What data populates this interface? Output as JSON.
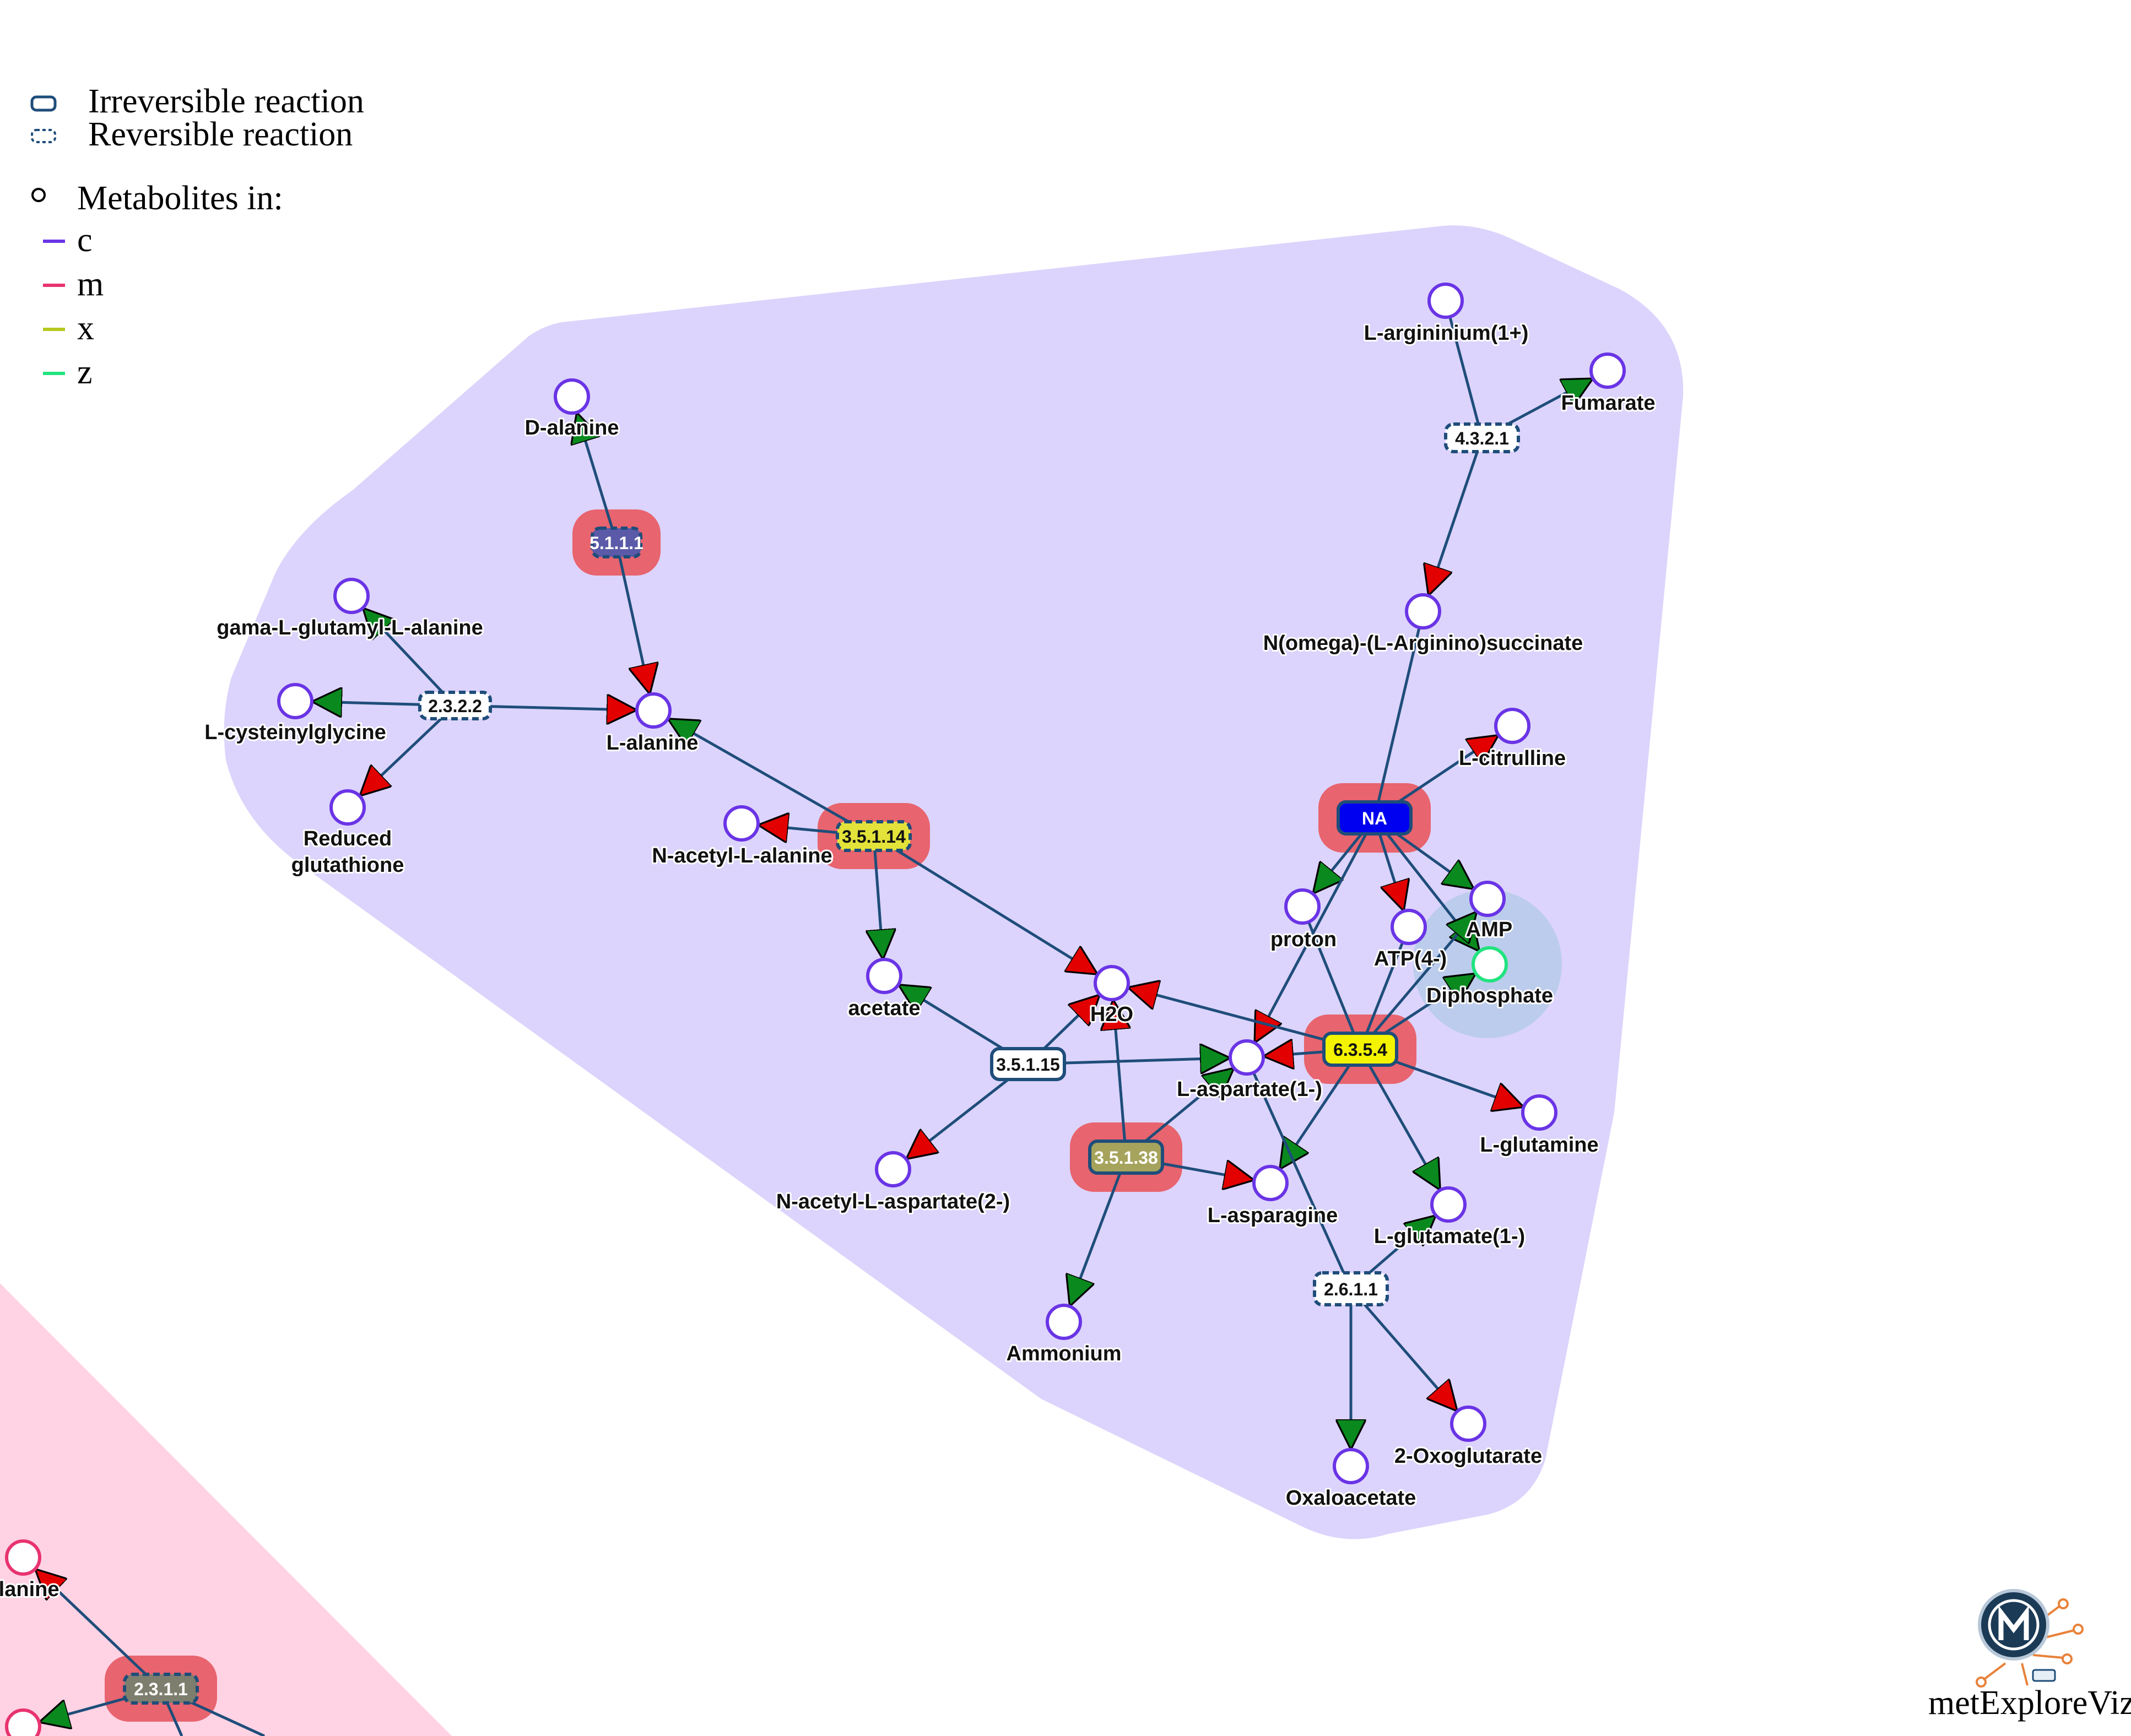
{
  "legend": {
    "irreversible": "Irreversible reaction",
    "reversible": "Reversible reaction",
    "metabolites_title": "Metabolites in:",
    "compartments": [
      {
        "id": "c",
        "label": "c",
        "color": "#6a34e6"
      },
      {
        "id": "m",
        "label": "m",
        "color": "#e8336f"
      },
      {
        "id": "x",
        "label": "x",
        "color": "#b6c81e"
      },
      {
        "id": "z",
        "label": "z",
        "color": "#22e37e"
      }
    ]
  },
  "colors": {
    "hull_main": "#dcd4fc",
    "hull_pink": "#ffd3e4",
    "edge": "#1f4d7a",
    "highlight": "#e8646e",
    "arrow_product": "#0a8a1e",
    "arrow_substrate": "#e30000"
  },
  "metabolites": [
    {
      "id": "d_ala",
      "label": "D-alanine"
    },
    {
      "id": "gama",
      "label": "gama-L-glutamyl-L-alanine"
    },
    {
      "id": "cysgly",
      "label": "L-cysteinylglycine"
    },
    {
      "id": "gsh",
      "label": "Reduced\nglutathione"
    },
    {
      "id": "l_ala",
      "label": "L-alanine"
    },
    {
      "id": "n_ac_ala",
      "label": "N-acetyl-L-alanine"
    },
    {
      "id": "acetate",
      "label": "acetate"
    },
    {
      "id": "h2o",
      "label": "H2O"
    },
    {
      "id": "n_ac_asp",
      "label": "N-acetyl-L-aspartate(2-)"
    },
    {
      "id": "ammonium",
      "label": "Ammonium"
    },
    {
      "id": "argininium",
      "label": "L-argininium(1+)"
    },
    {
      "id": "fumarate",
      "label": "Fumarate"
    },
    {
      "id": "argsucc",
      "label": "N(omega)-(L-Arginino)succinate"
    },
    {
      "id": "citrulline",
      "label": "L-citrulline"
    },
    {
      "id": "proton",
      "label": "proton"
    },
    {
      "id": "atp",
      "label": "ATP(4-)"
    },
    {
      "id": "amp",
      "label": "AMP"
    },
    {
      "id": "diphosphate",
      "label": "Diphosphate"
    },
    {
      "id": "l_asp",
      "label": "L-aspartate(1-)"
    },
    {
      "id": "l_asn",
      "label": "L-asparagine"
    },
    {
      "id": "l_gln",
      "label": "L-glutamine"
    },
    {
      "id": "l_glu",
      "label": "L-glutamate(1-)"
    },
    {
      "id": "oxaloacetate",
      "label": "Oxaloacetate"
    },
    {
      "id": "oxoglutarate",
      "label": "2-Oxoglutarate"
    },
    {
      "id": "alanine_m",
      "label": "alanine"
    },
    {
      "id": "m_lower",
      "label": ""
    }
  ],
  "reactions": [
    {
      "id": "r5111",
      "label": "5.1.1.1",
      "reversible": true,
      "fill": "#5b5aa8",
      "text_color": "#ffffff",
      "highlight": true
    },
    {
      "id": "r2322",
      "label": "2.3.2.2",
      "reversible": true,
      "fill": "#ffffff",
      "text_color": "#111111",
      "highlight": false
    },
    {
      "id": "r35114",
      "label": "3.5.1.14",
      "reversible": true,
      "fill": "#e3e23a",
      "text_color": "#111111",
      "highlight": true
    },
    {
      "id": "r35115",
      "label": "3.5.1.15",
      "reversible": false,
      "fill": "#ffffff",
      "text_color": "#111111",
      "highlight": false
    },
    {
      "id": "r35138",
      "label": "3.5.1.38",
      "reversible": false,
      "fill": "#a6a35c",
      "text_color": "#ffffff",
      "highlight": true
    },
    {
      "id": "r4321",
      "label": "4.3.2.1",
      "reversible": true,
      "fill": "#ffffff",
      "text_color": "#111111",
      "highlight": false
    },
    {
      "id": "rNA",
      "label": "NA",
      "reversible": false,
      "fill": "#0000f0",
      "text_color": "#ffffff",
      "highlight": true
    },
    {
      "id": "r6354",
      "label": "6.3.5.4",
      "reversible": false,
      "fill": "#f4f400",
      "text_color": "#111111",
      "highlight": true
    },
    {
      "id": "r2611",
      "label": "2.6.1.1",
      "reversible": true,
      "fill": "#ffffff",
      "text_color": "#111111",
      "highlight": false
    },
    {
      "id": "r2311",
      "label": "2.3.1.1",
      "reversible": true,
      "fill": "#7e7e6e",
      "text_color": "#ffffff",
      "highlight": true
    }
  ],
  "logo": {
    "text": "metExploreViz"
  }
}
